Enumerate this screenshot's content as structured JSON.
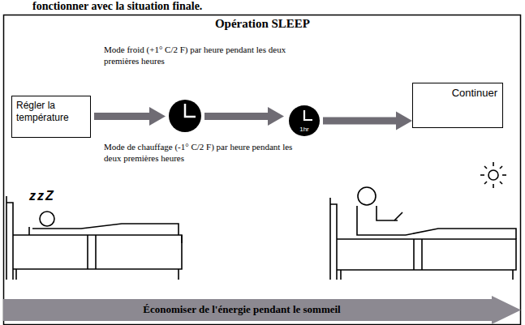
{
  "diagram": {
    "title": "Opération SLEEP",
    "nodes": [
      {
        "text": [
          "Régler la température"
        ]
      },
      {
        "text": [
          "1hr"
        ]
      },
      {
        "text": [
          "Continuer"
        ]
      },
      {
        "text": [
          "Économiser de l'énergie pendant le sommeil"
        ]
      }
    ],
    "edges": [
      {
        "from": 1,
        "to": 2,
        "arrow": "to"
      }
    ],
    "labels": [
      "fonctionner avec la situation finale.",
      "Mode froid (+1° C/2 F) par heure pendant les deux premières heures",
      "Mode de chauffage (-1° C/2 F) par heure pendant les deux premières heures",
      "zzZ"
    ]
  }
}
